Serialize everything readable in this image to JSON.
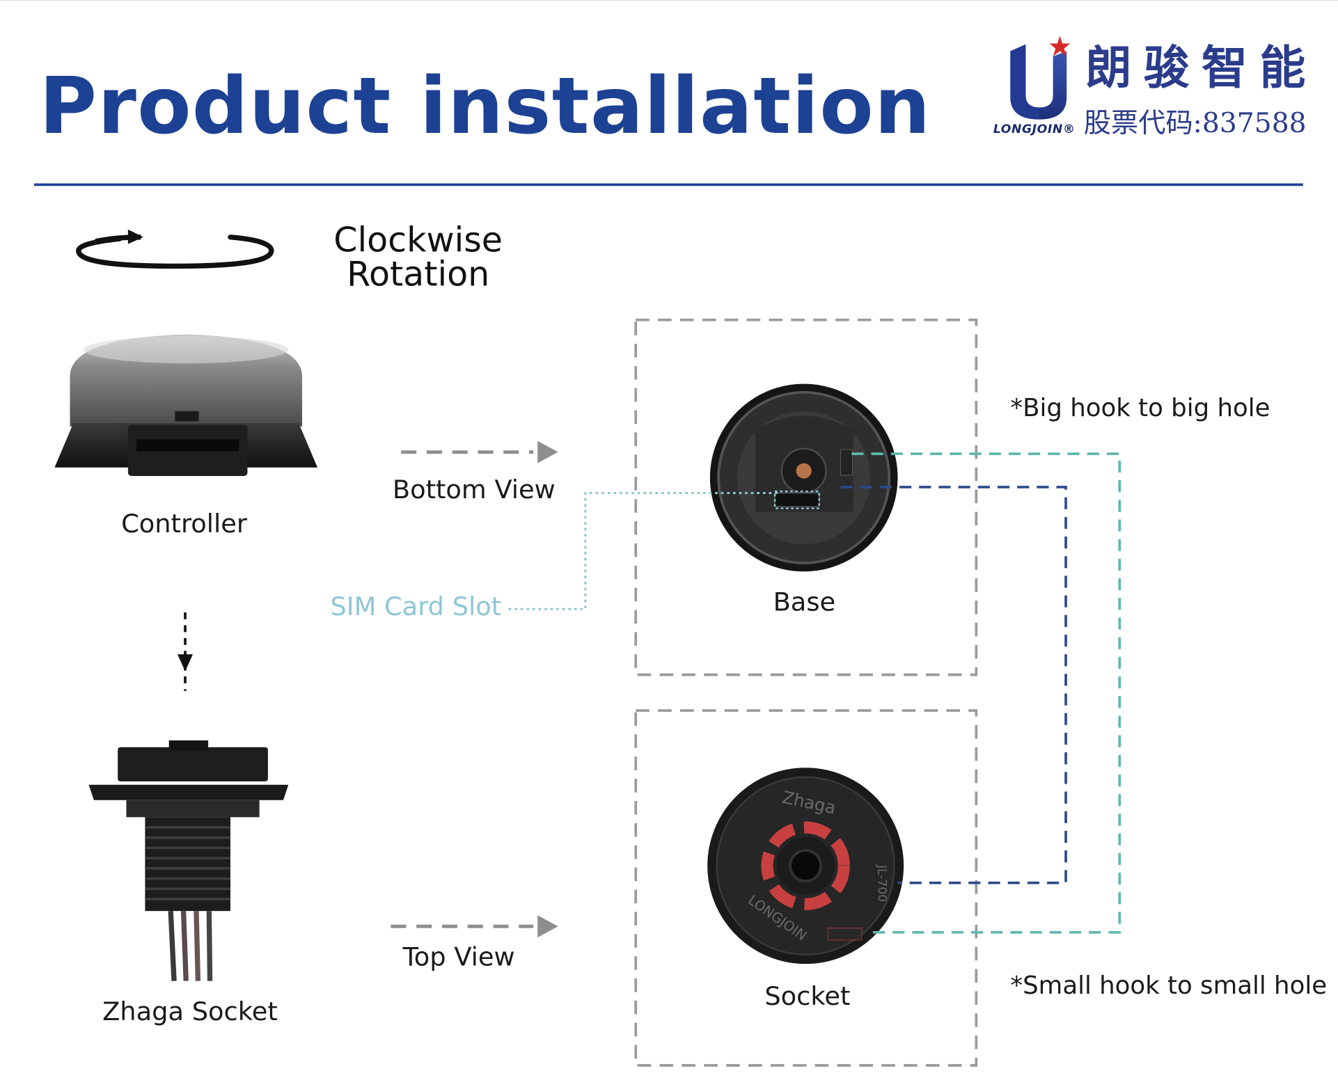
{
  "header": {
    "title": "Product installation",
    "logo": {
      "brand_cn": "朗骏智能",
      "stock_code": "股票代码:837588",
      "brand_en": "LONGJOIN®"
    }
  },
  "rotation": {
    "label_line1": "Clockwise",
    "label_line2": "Rotation"
  },
  "components": {
    "controller": "Controller",
    "zhaga_socket": "Zhaga Socket",
    "bottom_view": "Bottom View",
    "top_view": "Top View",
    "sim_card_slot": "SIM Card Slot",
    "base": "Base",
    "socket": "Socket",
    "socket_markings": {
      "zhaga": "Zhaga",
      "longjoin": "LONGJOIN",
      "model": "JL-700"
    }
  },
  "notes": {
    "big_hook": "*Big hook to big  hole",
    "small_hook": "*Small hook to small hole"
  },
  "colors": {
    "title_blue": "#1d4294",
    "teal_line": "#5fb8ae",
    "navy_line": "#2b4a8a",
    "sim_cyan": "#8fc6d6",
    "dash_gray": "#8e8e8e"
  }
}
